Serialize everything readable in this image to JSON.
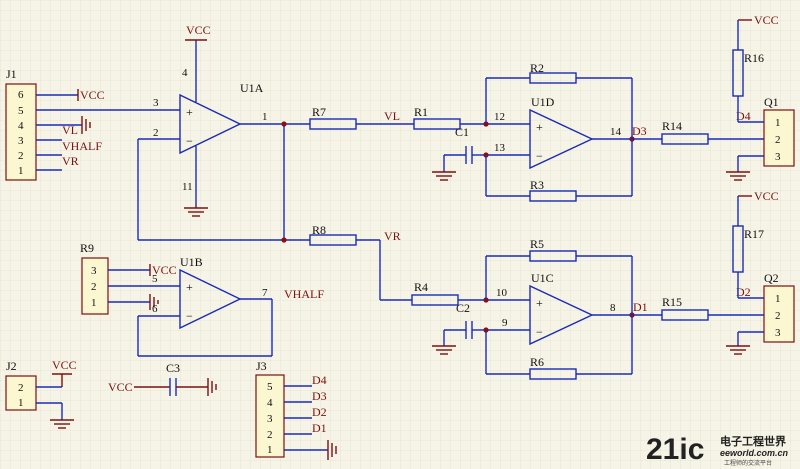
{
  "refs": {
    "J1": "J1",
    "J2": "J2",
    "J3": "J3",
    "R9": "R9",
    "U1A": "U1A",
    "U1B": "U1B",
    "U1C": "U1C",
    "U1D": "U1D",
    "Q1": "Q1",
    "Q2": "Q2",
    "R1": "R1",
    "R2": "R2",
    "R3": "R3",
    "R4": "R4",
    "R5": "R5",
    "R6": "R6",
    "R7": "R7",
    "R8": "R8",
    "R14": "R14",
    "R15": "R15",
    "R16": "R16",
    "R17": "R17",
    "C1": "C1",
    "C2": "C2",
    "C3": "C3"
  },
  "nets": {
    "VCC": "VCC",
    "VL": "VL",
    "VR": "VR",
    "VHALF": "VHALF",
    "D1": "D1",
    "D2": "D2",
    "D3": "D3",
    "D4": "D4"
  },
  "pins": {
    "u1a_3": "3",
    "u1a_2": "2",
    "u1a_1": "1",
    "u1a_4": "4",
    "u1a_11": "11",
    "u1b_5": "5",
    "u1b_6": "6",
    "u1b_7": "7",
    "u1d_12": "12",
    "u1d_13": "13",
    "u1d_14": "14",
    "u1c_10": "10",
    "u1c_9": "9",
    "u1c_8": "8",
    "j1": [
      "6",
      "5",
      "4",
      "3",
      "2",
      "1"
    ],
    "j2": [
      "2",
      "1"
    ],
    "j3": [
      "5",
      "4",
      "3",
      "2",
      "1"
    ],
    "r9": [
      "3",
      "2",
      "1"
    ],
    "q": [
      "1",
      "2",
      "3"
    ]
  },
  "logo": {
    "mark": "21ic",
    "cn": "电子工程世界",
    "url": "eeworld.com.cn",
    "tag": "工程师的交流平台"
  }
}
